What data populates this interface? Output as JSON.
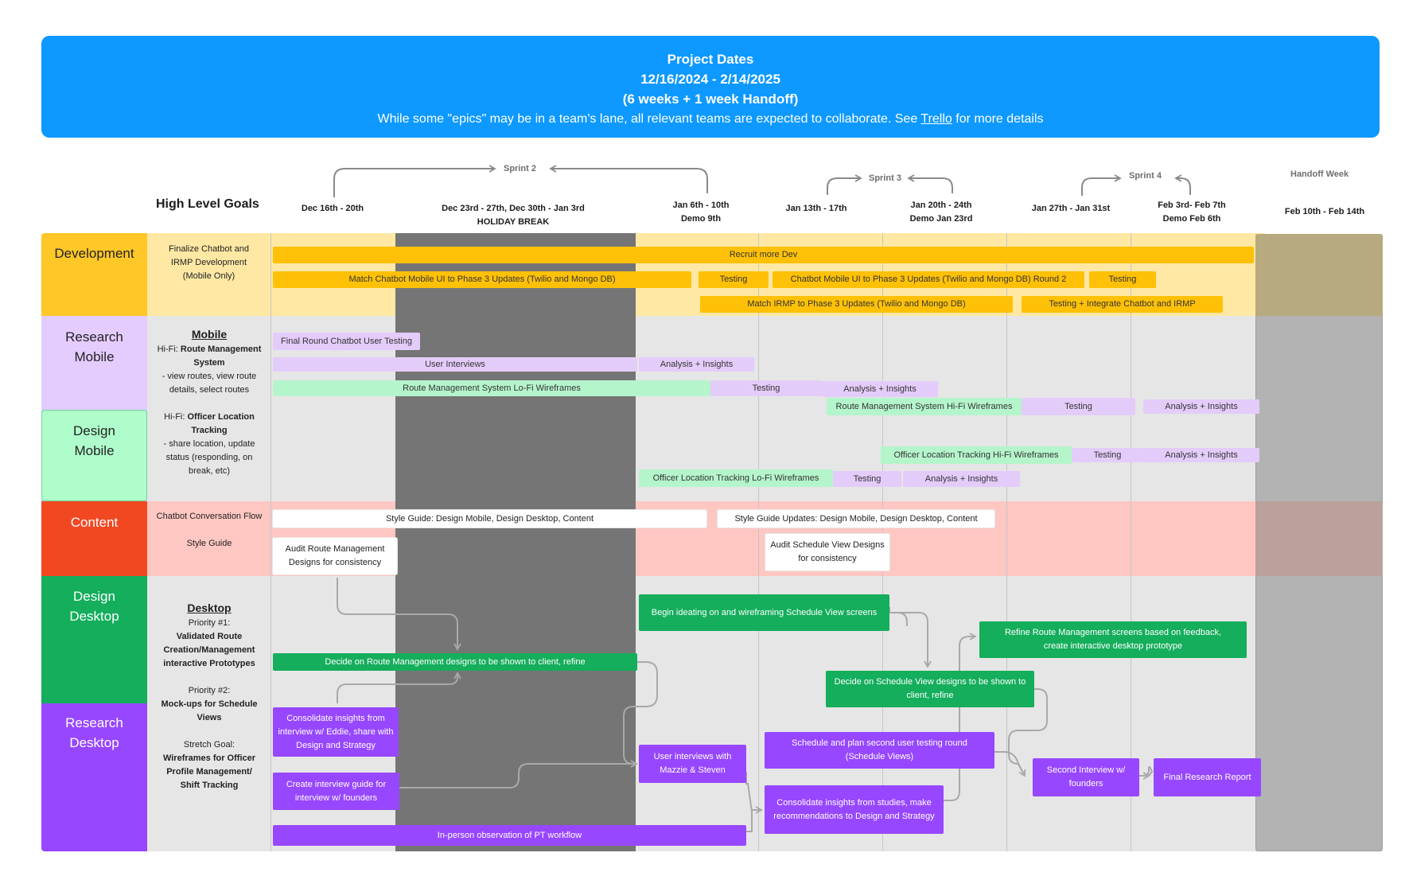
{
  "banner": {
    "title": "Project Dates",
    "dates": "12/16/2024 - 2/14/2025",
    "duration": "(6 weeks + 1 week Handoff)",
    "note_before": "While some \"epics\" may be in a team's lane, all relevant teams are expected to collaborate. See ",
    "note_link": "Trello",
    "note_after": " for more details"
  },
  "header": {
    "high_level_goals": "High Level Goals",
    "sprints": [
      "Sprint 2",
      "Sprint 3",
      "Sprint 4"
    ],
    "handoff_label": "Handoff Week",
    "columns": [
      {
        "line1": "Dec 16th - 20th",
        "line2": ""
      },
      {
        "line1": "Dec 23rd - 27th, Dec 30th - Jan 3rd",
        "line2": "HOLIDAY BREAK"
      },
      {
        "line1": "Jan 6th - 10th",
        "line2": "Demo 9th"
      },
      {
        "line1": "Jan 13th - 17th",
        "line2": ""
      },
      {
        "line1": "Jan 20th - 24th",
        "line2": "Demo Jan 23rd"
      },
      {
        "line1": "Jan 27th - Jan 31st",
        "line2": ""
      },
      {
        "line1": "Feb 3rd- Feb 7th",
        "line2": "Demo Feb 6th"
      },
      {
        "line1": "Feb 10th - Feb 14th",
        "line2": ""
      }
    ]
  },
  "lanes": {
    "development": "Development",
    "research_mobile": "Research Mobile",
    "design_mobile": "Design Mobile",
    "content": "Content",
    "design_desktop": "Design Desktop",
    "research_desktop": "Research Desktop"
  },
  "goals": {
    "development": [
      "Finalize Chatbot and",
      "IRMP Development",
      "(Mobile Only)"
    ],
    "mobile": {
      "heading": "Mobile",
      "hifi1_prefix": "Hi-Fi: ",
      "hifi1_bold": "Route Management System",
      "hifi1_detail": "- view routes, view route details, select routes",
      "hifi2_prefix": "Hi-Fi: ",
      "hifi2_bold": "Officer Location Tracking",
      "hifi2_detail": "- share location, update status (responding, on break, etc)"
    },
    "content": {
      "line1": "Chatbot Conversation Flow",
      "line2": "Style Guide"
    },
    "desktop": {
      "heading": "Desktop",
      "p1_label": "Priority #1:",
      "p1_text": "Validated Route Creation/Management interactive Prototypes",
      "p2_label": "Priority #2:",
      "p2_text": "Mock-ups for Schedule Views",
      "stretch_label": "Stretch Goal:",
      "stretch_text": "Wireframes for Officer Profile Management/ Shift Tracking"
    }
  },
  "bars": {
    "dev": [
      "Recruit more Dev",
      "Match Chatbot Mobile UI to Phase 3 Updates (Twilio and Mongo DB)",
      "Testing",
      "Chatbot Mobile UI to Phase 3 Updates (Twilio and Mongo DB) Round 2",
      "Testing",
      "Match IRMP to Phase 3 Updates (Twilio and Mongo DB)",
      "Testing + Integrate Chatbot and IRMP"
    ],
    "mobile": [
      "Final Round Chatbot User Testing",
      "User Interviews",
      "Analysis + Insights",
      "Route Management System Lo-Fi Wireframes",
      "Testing",
      "Analysis + Insights",
      "Route Management System Hi-Fi Wireframes",
      "Testing",
      "Analysis + Insights",
      "Officer Location Tracking Hi-Fi Wireframes",
      "Testing",
      "Analysis + Insights",
      "Officer Location Tracking Lo-Fi Wireframes",
      "Testing",
      "Analysis + Insights"
    ],
    "content": [
      "Style Guide: Design Mobile, Design Desktop, Content",
      "Style Guide Updates: Design Mobile, Design Desktop, Content",
      "Audit Route Management Designs for consistency",
      "Audit Schedule View Designs for consistency"
    ],
    "desktop": [
      "Begin ideating on and wireframing Schedule View screens",
      "Decide on Route Management designs to be shown to client, refine",
      "Refine Route Management screens based on feedback, create interactive desktop prototype",
      "Decide on Schedule View designs to be shown to client, refine",
      "Consolidate insights from interview w/ Eddie, share with Design and Strategy",
      "Create interview guide for interview w/ founders",
      "In-person observation of PT workflow",
      "User interviews with Mazzie & Steven",
      "Schedule and plan second user testing round (Schedule Views)",
      "Consolidate insights from studies, make recommendations to Design and Strategy",
      "Second Interview w/ founders",
      "Final Research Report"
    ]
  },
  "colors": {
    "banner": "#0d99ff",
    "development": "#ffc727",
    "research_mobile": "#e4ccff",
    "design_mobile": "#affdcb",
    "content": "#f24822",
    "design_desktop": "#14ae5c",
    "research_desktop": "#9747ff",
    "holiday": "#757575",
    "handoff": "#b3b3b3"
  }
}
